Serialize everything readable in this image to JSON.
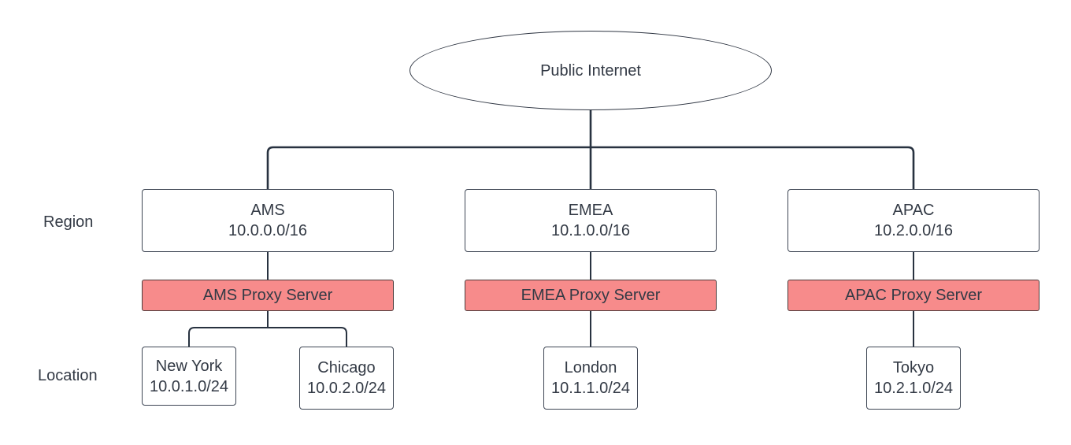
{
  "colors": {
    "line": "#283240",
    "proxy_fill": "#f78b8b",
    "node_border": "#3e4654",
    "text": "#333a45"
  },
  "internet": {
    "label": "Public Internet"
  },
  "row_labels": {
    "region": "Region",
    "location": "Location"
  },
  "regions": [
    {
      "name": "AMS",
      "cidr": "10.0.0.0/16",
      "proxy": "AMS Proxy Server",
      "locations": [
        {
          "name": "New York",
          "cidr": "10.0.1.0/24"
        },
        {
          "name": "Chicago",
          "cidr": "10.0.2.0/24"
        }
      ]
    },
    {
      "name": "EMEA",
      "cidr": "10.1.0.0/16",
      "proxy": "EMEA Proxy Server",
      "locations": [
        {
          "name": "London",
          "cidr": "10.1.1.0/24"
        }
      ]
    },
    {
      "name": "APAC",
      "cidr": "10.2.0.0/16",
      "proxy": "APAC Proxy Server",
      "locations": [
        {
          "name": "Tokyo",
          "cidr": "10.2.1.0/24"
        }
      ]
    }
  ]
}
